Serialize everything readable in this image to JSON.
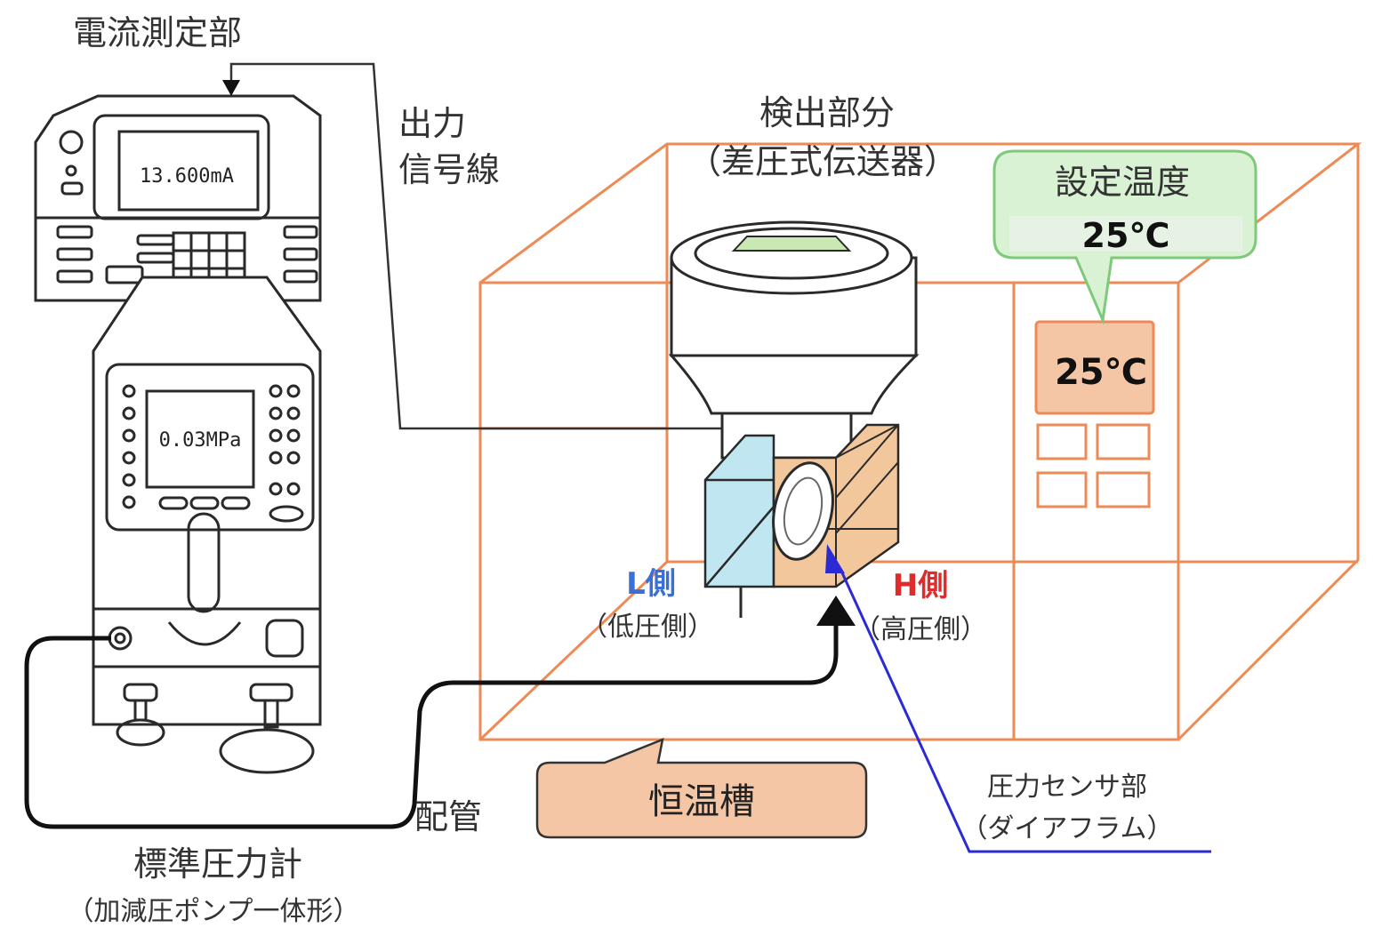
{
  "labels": {
    "current_meter": "電流測定部",
    "output_line_1": "出力",
    "output_line_2": "信号線",
    "detector_1": "検出部分",
    "detector_2": "（差圧式伝送器）",
    "set_temp": "設定温度",
    "set_temp_value": "25℃",
    "panel_temp_value": "25℃",
    "l_side": "L側",
    "l_side_sub": "（低圧側）",
    "h_side": "H側",
    "h_side_sub": "（高圧側）",
    "chamber": "恒温槽",
    "piping": "配管",
    "pressure_sensor_1": "圧力センサ部",
    "pressure_sensor_2": "（ダイアフラム）",
    "std_gauge_1": "標準圧力計",
    "std_gauge_2": "（加減圧ポンプ一体形）",
    "meter_display": "13.600mA",
    "gauge_display": "0.03MPa"
  },
  "colors": {
    "chamber_line": "#ee8a55",
    "chamber_fill": "#f5c6a5",
    "callout_fill": "#d9f2d3",
    "callout_stroke": "#7fc97a",
    "l_side": "#3a6fd8",
    "h_side": "#e02b2b",
    "low_block": "#bfe6f1",
    "high_block": "#f3c79c",
    "sensor_line": "#2b2bd6"
  }
}
